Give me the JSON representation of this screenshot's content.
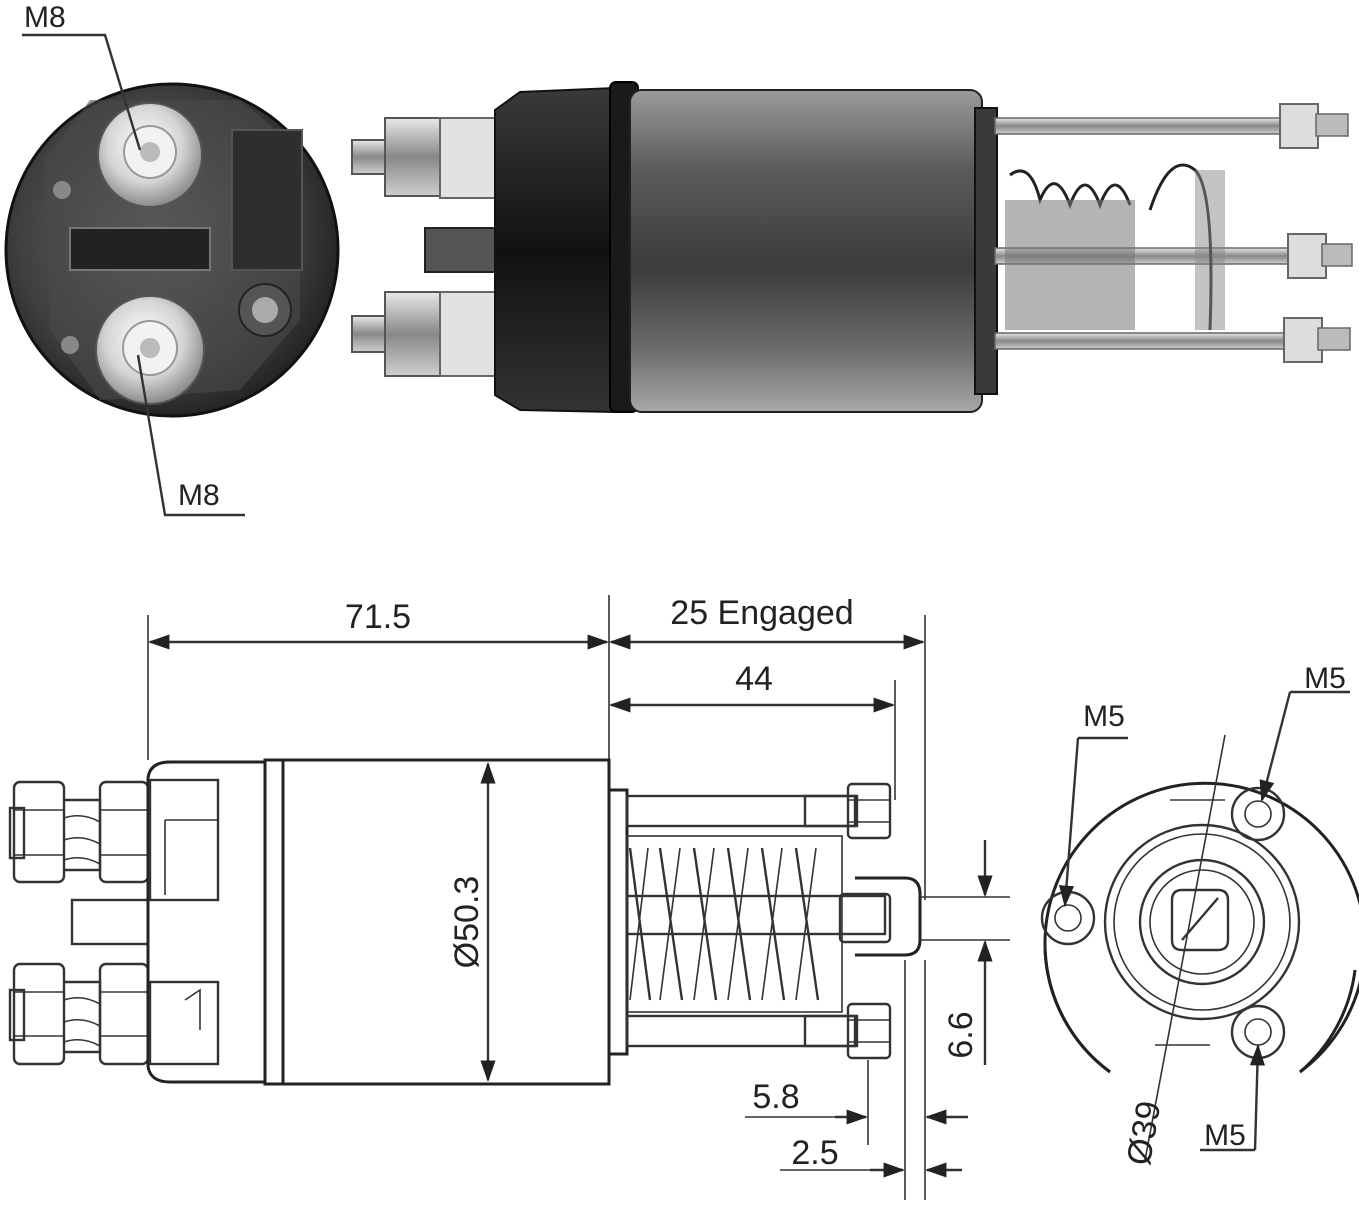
{
  "photo_end_view": {
    "label_top": "M8",
    "label_bottom": "M8"
  },
  "side_drawing": {
    "dim_body_length": "71.5",
    "dim_engaged": "25 Engaged",
    "dim_stud_length": "44",
    "dim_diameter": "Ø50.3",
    "dim_fork_width": "6.6",
    "dim_offset_a": "5.8",
    "dim_offset_b": "2.5"
  },
  "end_drawing": {
    "label_m5_top_left": "M5",
    "label_m5_top_right": "M5",
    "label_m5_bottom": "M5",
    "dim_bolt_circle": "Ø39"
  },
  "colors": {
    "line": "#333333",
    "housing_dark": "#2a2a2a",
    "housing_mid": "#6b6b6b",
    "metal_light": "#d8d8d8"
  }
}
